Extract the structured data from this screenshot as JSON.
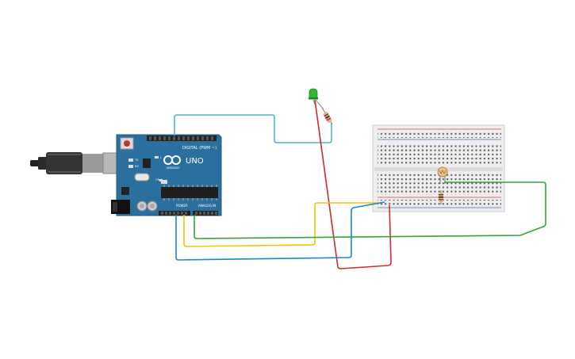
{
  "board": {
    "label_uno": "UNO",
    "label_brand": "ARDUINO",
    "label_digital": "DIGITAL (PWM ~)",
    "label_power": "POWER",
    "label_analog": "ANALOG IN",
    "label_tx": "TX",
    "label_rx": "RX",
    "label_l": "L",
    "label_on": "ON"
  },
  "colors": {
    "board": "#2b6f9e",
    "board_dark": "#1f5a82",
    "wire_cyan": "#4db6c8",
    "wire_red": "#d42a2a",
    "wire_yellow": "#f2c500",
    "wire_blue": "#1f86c6",
    "wire_green": "#2fa53a",
    "led": "#2fb82f",
    "breadboard": "#eeeeee",
    "rail_red": "#d64545",
    "rail_blue": "#3f6fbf"
  },
  "icons": [
    "usb-cable-icon",
    "led-icon",
    "resistor-icon",
    "photoresistor-icon",
    "infinity-logo-icon"
  ]
}
